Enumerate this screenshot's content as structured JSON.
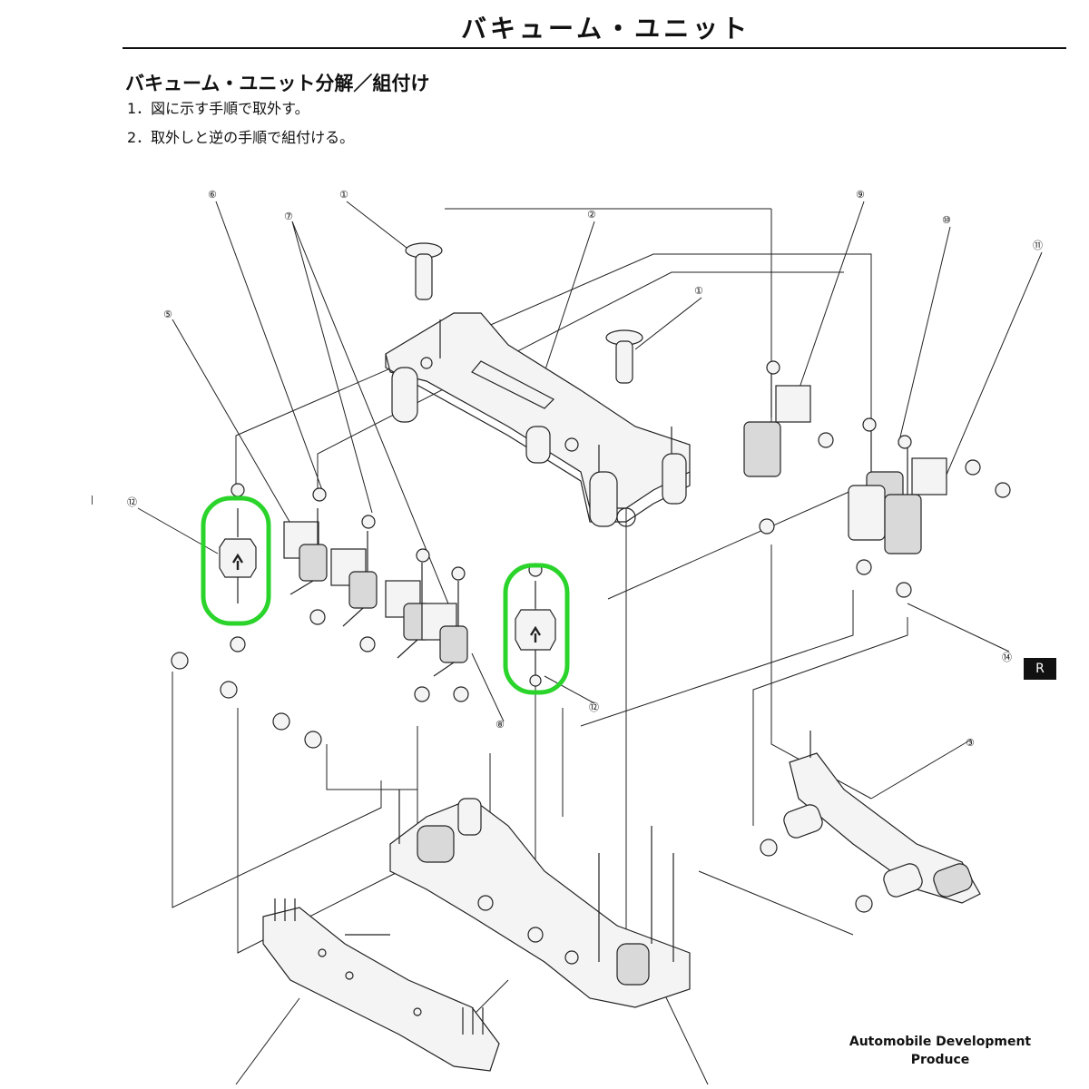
{
  "document": {
    "page_title": "バキューム・ユニット",
    "section_title": "バキューム・ユニット分解／組付け",
    "steps": [
      "1．図に示す手順で取外す。",
      "2．取外しと逆の手順で組付ける。"
    ],
    "side_tab": "R",
    "footer": {
      "line1": "Automobile Development",
      "line2": "Produce"
    }
  },
  "callouts": {
    "c1a": "①",
    "c1b": "①",
    "c2": "②",
    "c3": "③",
    "c5": "⑤",
    "c6": "⑥",
    "c7": "⑦",
    "c8": "⑧",
    "c9": "⑨",
    "c10": "⑩",
    "c11": "⑪",
    "c12a": "⑫",
    "c12b": "⑫",
    "c14": "⑭"
  },
  "colors": {
    "line": "#222222",
    "highlight": "#2bd42b",
    "fill_light": "#f4f4f4",
    "fill_shade": "#d9d9d9"
  }
}
